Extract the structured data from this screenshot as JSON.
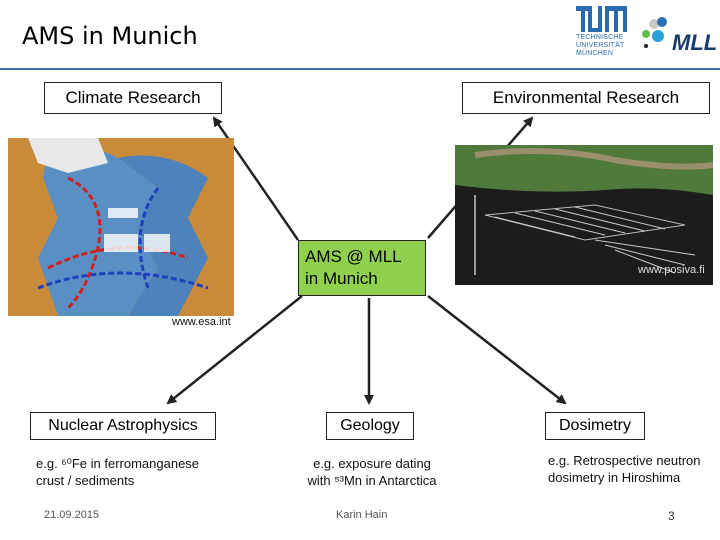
{
  "header": {
    "title": "AMS in Munich",
    "tum_text": "TECHNISCHE UNIVERSITÄT MÜNCHEN",
    "mll_text": "MLL"
  },
  "boxes": {
    "climate": "Climate Research",
    "environmental": "Environmental Research",
    "center_line1": "AMS @ MLL",
    "center_line2": "in Munich",
    "nuclear": "Nuclear Astrophysics",
    "geology": "Geology",
    "dosimetry": "Dosimetry"
  },
  "credits": {
    "esa": "www.esa.int",
    "posiva": "www.posiva.fi"
  },
  "descriptions": {
    "nuclear_line1": "e.g. ⁶⁰Fe in ferromanganese",
    "nuclear_line2": "crust / sediments",
    "geology_line1": "e.g. exposure dating",
    "geology_line2": "with ⁵³Mn in Antarctica",
    "dosimetry_line1": "e.g. Retrospective neutron",
    "dosimetry_line2": "dosimetry in Hiroshima"
  },
  "footer": {
    "date": "21.09.2015",
    "author": "Karin Hain",
    "page": "3"
  },
  "colors": {
    "center_box": "#8fd14f",
    "rule": "#3f6fa8"
  }
}
